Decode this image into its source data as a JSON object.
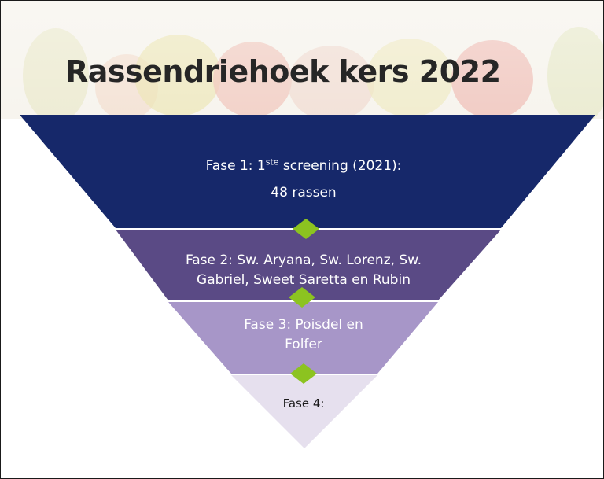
{
  "title": "Rassendriehoek kers 2022",
  "colors": {
    "stage1": "#16286a",
    "stage2": "#5a4a85",
    "stage3": "#a796c8",
    "stage4": "#e6e0ee",
    "connector": "#8cc320",
    "title": "#262626"
  },
  "stages": [
    {
      "line1_pre": "Fase 1: 1",
      "line1_sup": "ste",
      "line1_post": " screening (2021):",
      "line2": "48 rassen"
    },
    {
      "line1": "Fase 2: Sw. Aryana, Sw. Lorenz, Sw.",
      "line2": "Gabriel, Sweet Saretta en Rubin"
    },
    {
      "line1": "Fase 3: Poisdel en",
      "line2": "Folfer"
    },
    {
      "line1": "Fase 4:"
    }
  ]
}
